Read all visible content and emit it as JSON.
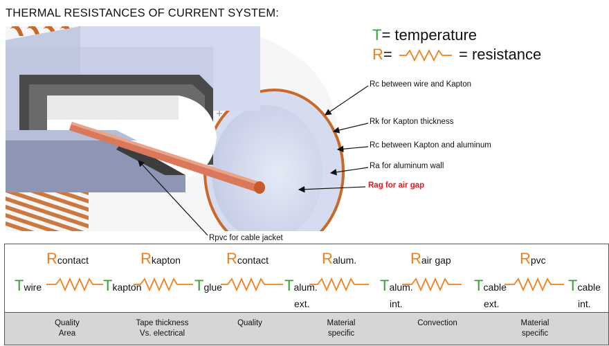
{
  "title": "THERMAL RESISTANCES OF CURRENT SYSTEM:",
  "legend": {
    "t_letter": "T",
    "t_text": "= temperature",
    "r_letter": "R",
    "r_eq": "=",
    "r_text": "= resistance"
  },
  "annotations": {
    "rc_wire_kapton": "Rc between wire and Kapton",
    "rk_kapton": "Rk for Kapton thickness",
    "rc_kapton_alum": "Rc between Kapton and aluminum",
    "ra_alum": "Ra for aluminum wall",
    "rag_air": "Rag for air gap",
    "rpvc_jacket": "Rpvc for cable jacket"
  },
  "resistors": [
    {
      "letter": "R",
      "sub": "contact"
    },
    {
      "letter": "R",
      "sub": "kapton"
    },
    {
      "letter": "R",
      "sub": "contact"
    },
    {
      "letter": "R",
      "sub": "alum."
    },
    {
      "letter": "R",
      "sub": "air gap"
    },
    {
      "letter": "R",
      "sub": "pvc"
    }
  ],
  "temperatures": [
    {
      "letter": "T",
      "sub": "wire",
      "sub2": ""
    },
    {
      "letter": "T",
      "sub": "kapton",
      "sub2": ""
    },
    {
      "letter": "T",
      "sub": "glue",
      "sub2": ""
    },
    {
      "letter": "T",
      "sub": "alum.",
      "sub2": "ext."
    },
    {
      "letter": "T",
      "sub": "alum.",
      "sub2": "int."
    },
    {
      "letter": "T",
      "sub": "cable",
      "sub2": "ext."
    },
    {
      "letter": "T",
      "sub": "cable",
      "sub2": "int."
    }
  ],
  "categories": [
    {
      "line1": "Quality",
      "line2": "Area"
    },
    {
      "line1": "Tape thickness",
      "line2": "Vs. electrical"
    },
    {
      "line1": "Quality",
      "line2": ""
    },
    {
      "line1": "Material",
      "line2": "specific"
    },
    {
      "line1": "Convection",
      "line2": ""
    },
    {
      "line1": "Material",
      "line2": "specific"
    }
  ],
  "colors": {
    "temperature": "#33a333",
    "resistance": "#f07f1a",
    "highlight": "#e8191e",
    "copper": "#c8692a",
    "aluminum": "#d3dcef",
    "bar": "#d6d6d6"
  }
}
